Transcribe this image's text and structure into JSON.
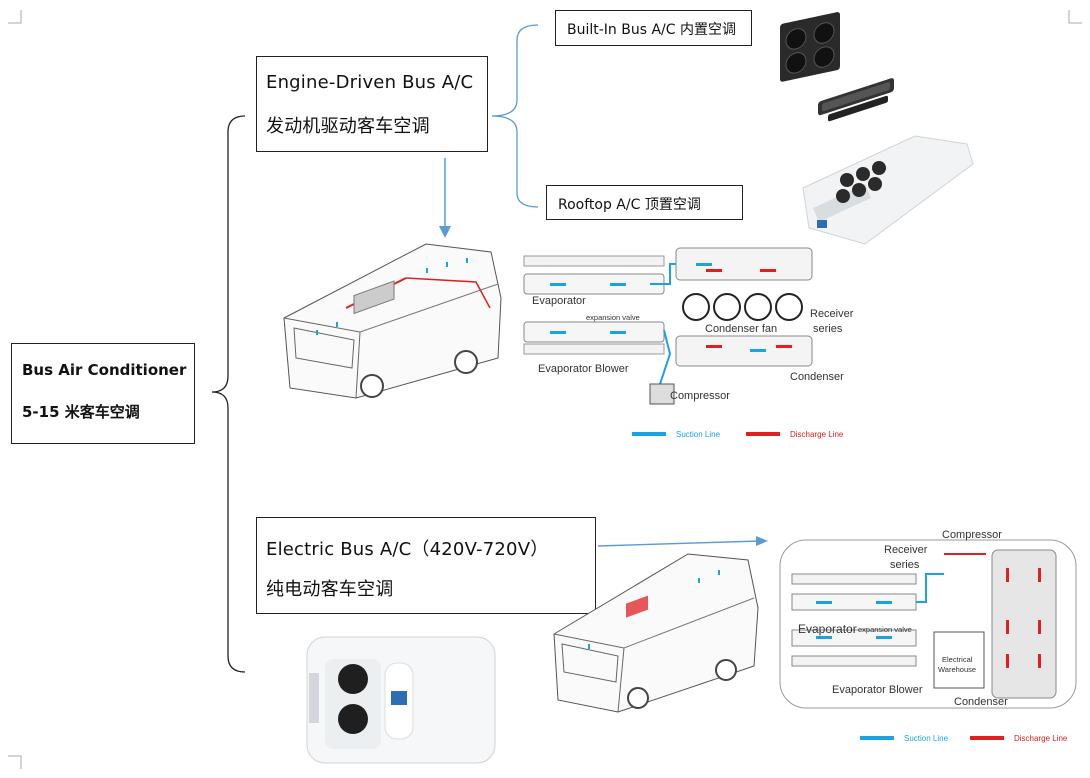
{
  "root": {
    "line1": "Bus Air Conditioner",
    "line2": "5-15 米客车空调"
  },
  "engine": {
    "line1": "Engine-Driven Bus A/C",
    "line2": "发动机驱动客车空调"
  },
  "electric": {
    "line1": "Electric Bus A/C（420V-720V）",
    "line2": "纯电动客车空调"
  },
  "builtin": {
    "label": "Built-In Bus A/C  内置空调"
  },
  "rooftop": {
    "label": "Rooftop A/C  顶置空调"
  },
  "schematic_top": {
    "evaporator": "Evaporator",
    "expansion_valve": "expansion valve",
    "condenser_fan": "Condenser fan",
    "receiver": "Receiver",
    "series": "series",
    "evaporator_blower": "Evaporator Blower",
    "condenser": "Condenser",
    "compressor": "Compressor",
    "suction_line": "Suction Line",
    "discharge_line": "Discharge Line"
  },
  "schematic_bottom": {
    "compressor": "Compressor",
    "receiver": "Receiver",
    "series": "series",
    "evaporator": "Evaporator",
    "expansion_valve": "expansion valve",
    "electrical": "Electrical",
    "warehouse": "Warehouse",
    "evaporator_blower": "Evaporator Blower",
    "condenser": "Condenser",
    "suction_line": "Suction Line",
    "discharge_line": "Discharge Line"
  },
  "colors": {
    "suction": "#1aa3e0",
    "discharge": "#e02020",
    "connector": "#5b9bd5",
    "arrow": "#5b9bd5"
  }
}
